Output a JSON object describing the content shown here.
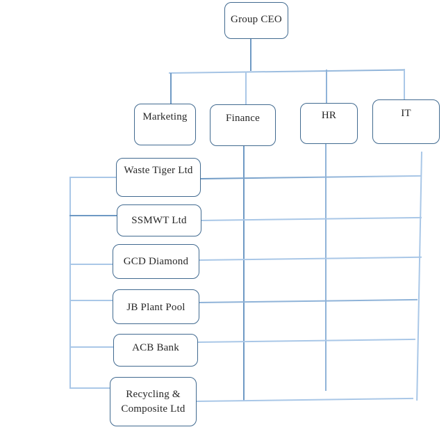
{
  "diagram": {
    "type": "matrix-org-chart",
    "root": {
      "label": "Group CEO"
    },
    "departments": [
      {
        "label": "Marketing"
      },
      {
        "label": "Finance"
      },
      {
        "label": "HR"
      },
      {
        "label": "IT"
      }
    ],
    "subsidiaries": [
      {
        "label": "Waste Tiger Ltd"
      },
      {
        "label": "SSMWT Ltd"
      },
      {
        "label": "GCD Diamond"
      },
      {
        "label": "JB Plant Pool"
      },
      {
        "label": "ACB Bank"
      },
      {
        "label": "Recycling & Composite Ltd"
      }
    ],
    "colors": {
      "box_border": "#40698F",
      "line_light": "#A9C7E7",
      "line_medium": "#6E99C4",
      "text": "#262626",
      "background": "#FFFFFF"
    }
  }
}
